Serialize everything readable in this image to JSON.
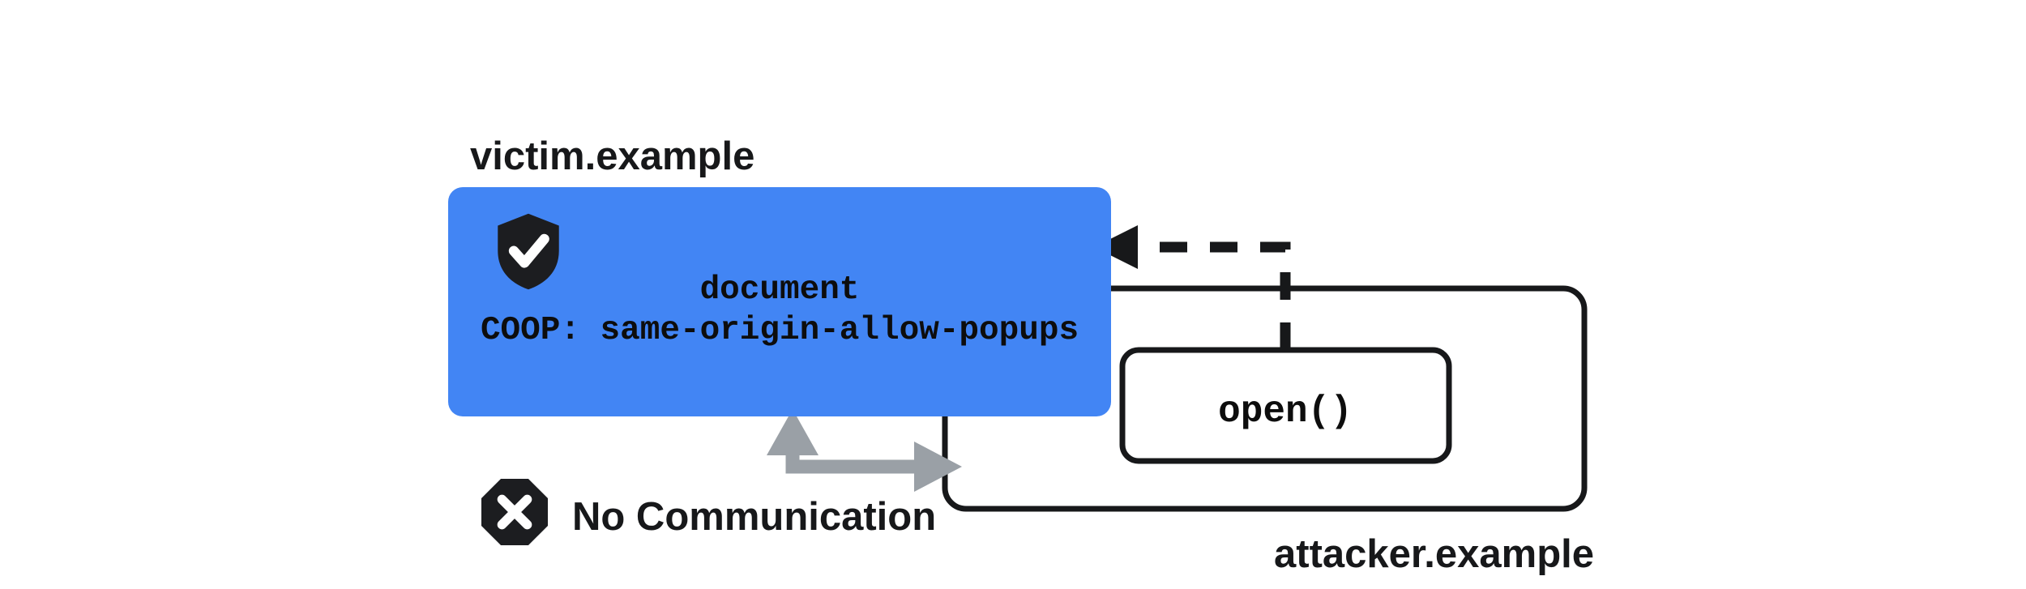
{
  "diagram": {
    "title": "COOP same-origin-allow-popups cross-origin isolation diagram",
    "colors": {
      "victim_fill": "#4285f4",
      "stroke_dark": "#17181a",
      "arrow_gray": "#9aa0a6",
      "icon_dark": "#1c1d20",
      "icon_glyph": "#ffffff",
      "background": "#ffffff"
    },
    "victim": {
      "label": "victim.example",
      "shield_icon_name": "shield-check-icon",
      "document_label": "document",
      "coop_header": "COOP: same-origin-allow-popups"
    },
    "attacker": {
      "label": "attacker.example",
      "popup_call": "open()"
    },
    "connections": {
      "no_communication_label": "No Communication",
      "blocked_icon_name": "octagon-x-icon",
      "dashed_arrow_name": "open-reference-dashed-arrow",
      "gray_arrow_name": "no-communication-bidirectional-arrow"
    }
  }
}
